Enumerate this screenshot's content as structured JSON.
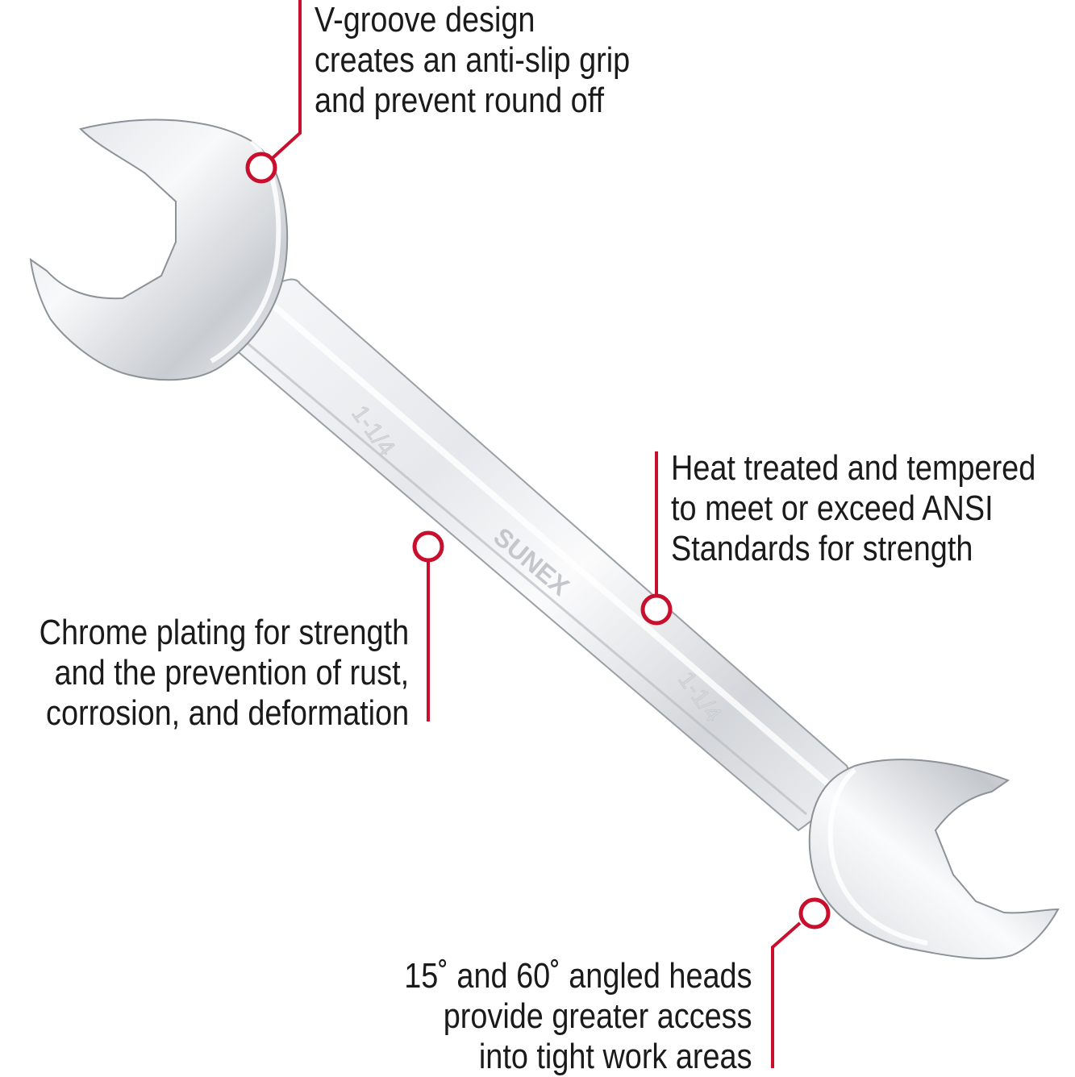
{
  "colors": {
    "callout_line": "#c8102e",
    "text": "#1a1a1a",
    "background": "#ffffff",
    "chrome_light": "#f4f5f7",
    "chrome_mid": "#c9cdd2",
    "chrome_dark": "#8d9298"
  },
  "product": {
    "brand_mark": "SUNEX",
    "size_mark_top": "1-1/4",
    "size_mark_bottom": "1-1/4"
  },
  "callouts": {
    "vgroove": {
      "lines": [
        "V-groove design",
        "creates an anti-slip grip",
        "and prevent round off"
      ]
    },
    "heat": {
      "lines": [
        "Heat treated and tempered",
        "to meet or exceed ANSI",
        "Standards for strength"
      ]
    },
    "chrome": {
      "lines": [
        "Chrome plating for strength",
        "and the prevention of rust,",
        "corrosion, and deformation"
      ]
    },
    "angled": {
      "lines": [
        "15˚ and 60˚ angled heads",
        "provide greater access",
        "into tight work areas"
      ]
    }
  }
}
